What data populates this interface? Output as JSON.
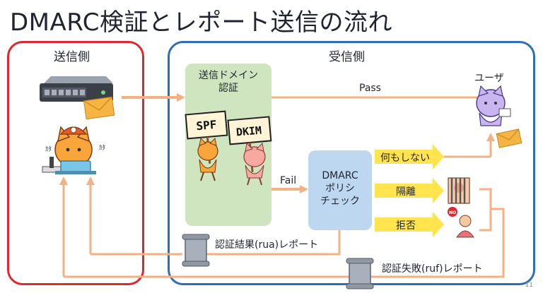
{
  "title": "DMARC検証とレポート送信の流れ",
  "sender": {
    "label": "送信側"
  },
  "receiver": {
    "label": "受信側"
  },
  "auth": {
    "line1": "送信ドメイン",
    "line2": "認証",
    "spf": "SPF",
    "dkim": "DKIM"
  },
  "pass_label": "Pass",
  "fail_label": "Fail",
  "user_label": "ユーザ",
  "dmarc": {
    "line1": "DMARC",
    "line2": "ポリシ",
    "line3": "チェック"
  },
  "actions": [
    {
      "label": "何もしない"
    },
    {
      "label": "隔離"
    },
    {
      "label": "拒否"
    }
  ],
  "reports": {
    "rua": "認証結果(rua)レポート",
    "ruf": "認証失敗(ruf)レポート"
  },
  "page_number": "11",
  "colors": {
    "arrow": "#f4b183",
    "sender_border": "#e0262e",
    "receiver_border": "#2d6fb5",
    "auth_fill": "#cfe5bf",
    "dmarc_fill": "#bcd7ef",
    "action_fill": "#ffe44d"
  }
}
